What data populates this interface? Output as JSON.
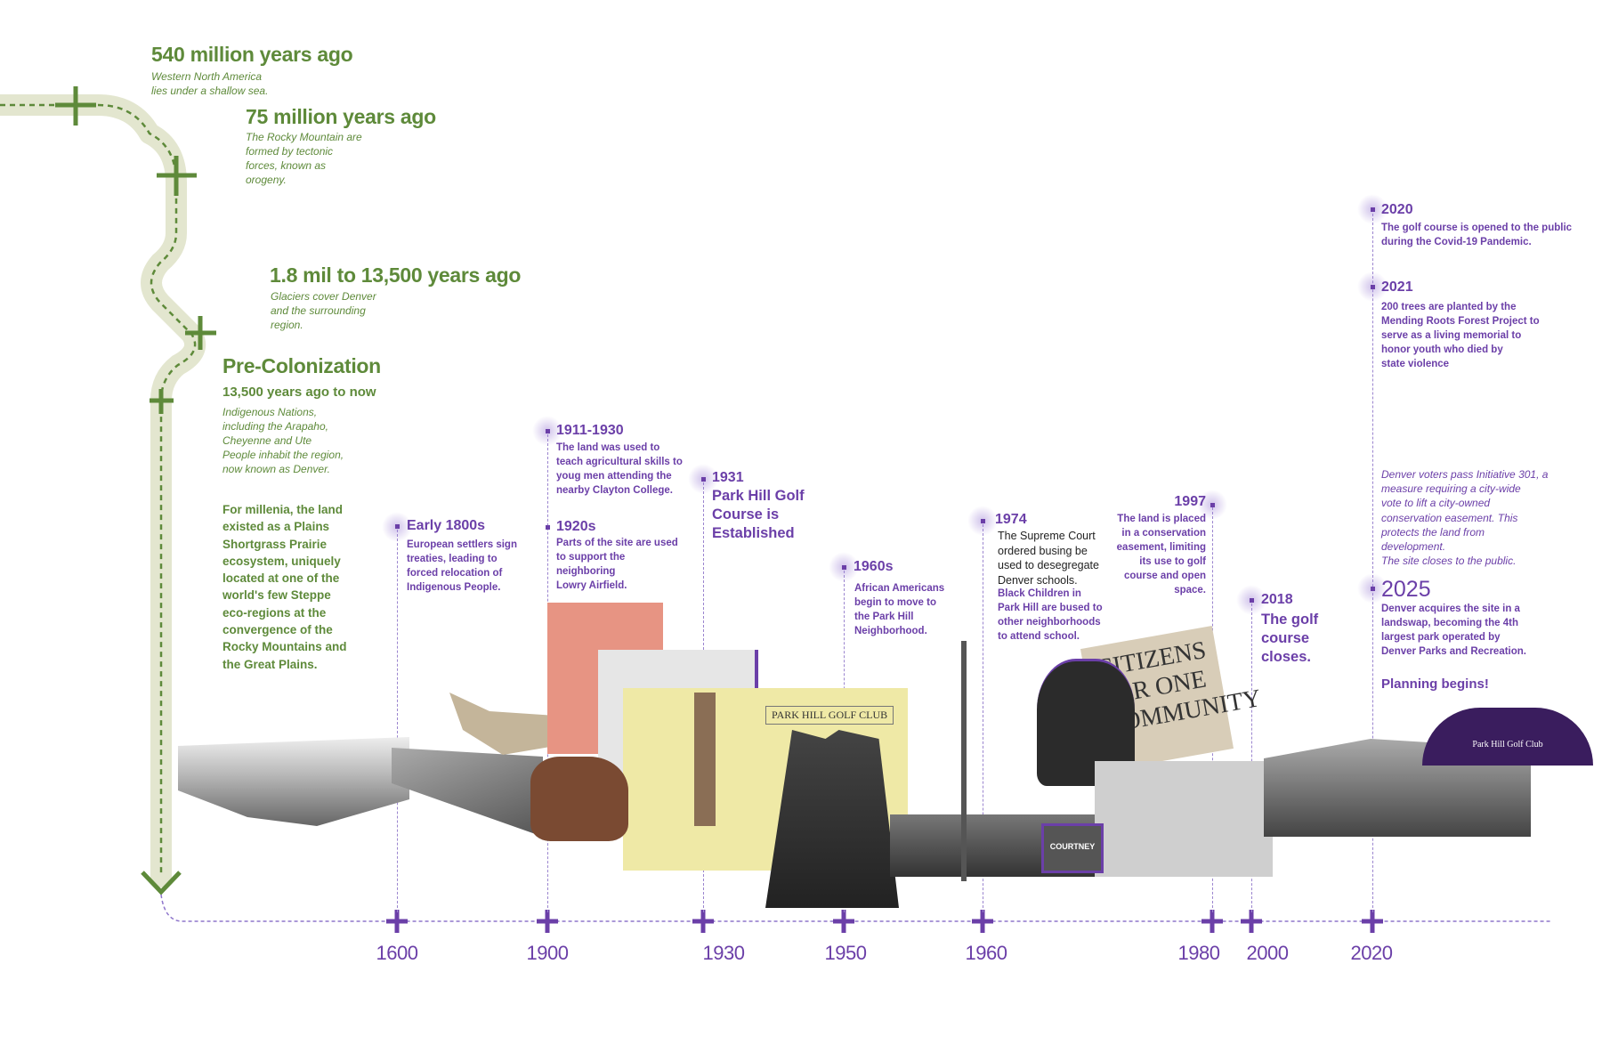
{
  "colors": {
    "green": "#5e8a3a",
    "green_path": "#e3e6cf",
    "purple": "#6b3fa8"
  },
  "geologic": [
    {
      "title": "540 million years ago",
      "desc": "Western North America\nlies under a shallow sea."
    },
    {
      "title": "75 million years ago",
      "desc": "The Rocky Mountain are\nformed by tectonic\nforces, known as\norogeny."
    },
    {
      "title": "1.8 mil to 13,500 years ago",
      "desc": "Glaciers cover Denver\nand the surrounding\nregion."
    }
  ],
  "precolonization": {
    "title": "Pre-Colonization",
    "subtitle": "13,500 years ago to now",
    "desc": "Indigenous Nations,\nincluding the Arapaho,\nCheyenne and Ute\nPeople inhabit the region,\nnow known as Denver.",
    "body": "For millenia, the land\nexisted as a Plains\nShortgrass Prairie\necosystem, uniquely\nlocated at one of the\nworld's few Steppe\neco-regions at the\nconvergence of the\nRocky Mountains and\nthe Great Plains."
  },
  "events": {
    "early1800s": {
      "year": "Early 1800s",
      "desc": "European settlers sign\ntreaties, leading to\nforced relocation of\nIndigenous People."
    },
    "e1911": {
      "year": "1911-1930",
      "desc": "The land was used to\nteach agricultural skills to\nyoug men attending the\nnearby Clayton College."
    },
    "e1920s": {
      "year": "1920s",
      "desc": "Parts of the site are used\nto support the\nneighboring\n Lowry Airfield."
    },
    "e1931": {
      "year": "1931",
      "desc": "Park Hill  Golf\nCourse is\nEstablished"
    },
    "e1960s": {
      "year": "1960s",
      "desc": "African Americans\nbegin to move to\nthe Park Hill\nNeighborhood."
    },
    "e1974": {
      "year": "1974",
      "desc_plain": "The Supreme Court\nordered busing be\nused to desegregate\nDenver schools.",
      "desc_bold": "Black Children in\nPark Hill are bused to\nother neighborhoods\nto attend school."
    },
    "e1997": {
      "year": "1997",
      "desc": "The land is placed\nin a conservation\neasement, limiting\nits use to golf\ncourse and open\nspace."
    },
    "e2018": {
      "year": "2018",
      "desc": "The golf\ncourse\ncloses."
    },
    "e2020": {
      "year": "2020",
      "desc": "The golf course is opened to the public\nduring the Covid-19 Pandemic."
    },
    "e2021": {
      "year": "2021",
      "desc": "200 trees are planted  by  the\nMending Roots Forest Project to\nserve as a living memorial to\nhonor youth who died by\nstate violence"
    },
    "initiative": {
      "desc": "Denver voters pass Initiative 301, a\nmeasure requiring a city-wide\nvote to lift a city-owned\nconservation easement. This\nprotects the land from\ndevelopment.\nThe site closes to the public."
    },
    "e2025": {
      "year": "2025",
      "desc": "Denver acquires the site in a\nlandswap, becoming the 4th\nlargest park operated by\nDenver Parks and Recreation.",
      "cta": "Planning begins!"
    }
  },
  "axis": {
    "ticks": [
      "1600",
      "1900",
      "1930",
      "1950",
      "1960",
      "1980",
      "2000",
      "2020"
    ]
  },
  "collage": {
    "golf_plan_title": "PARK HILL GOLF CLUB",
    "protest_sign": "CITIZENS FOR ONE COMMUNITY",
    "school_sign": "COURTNEY",
    "clubhouse_sign": "Park Hill Golf Club"
  }
}
